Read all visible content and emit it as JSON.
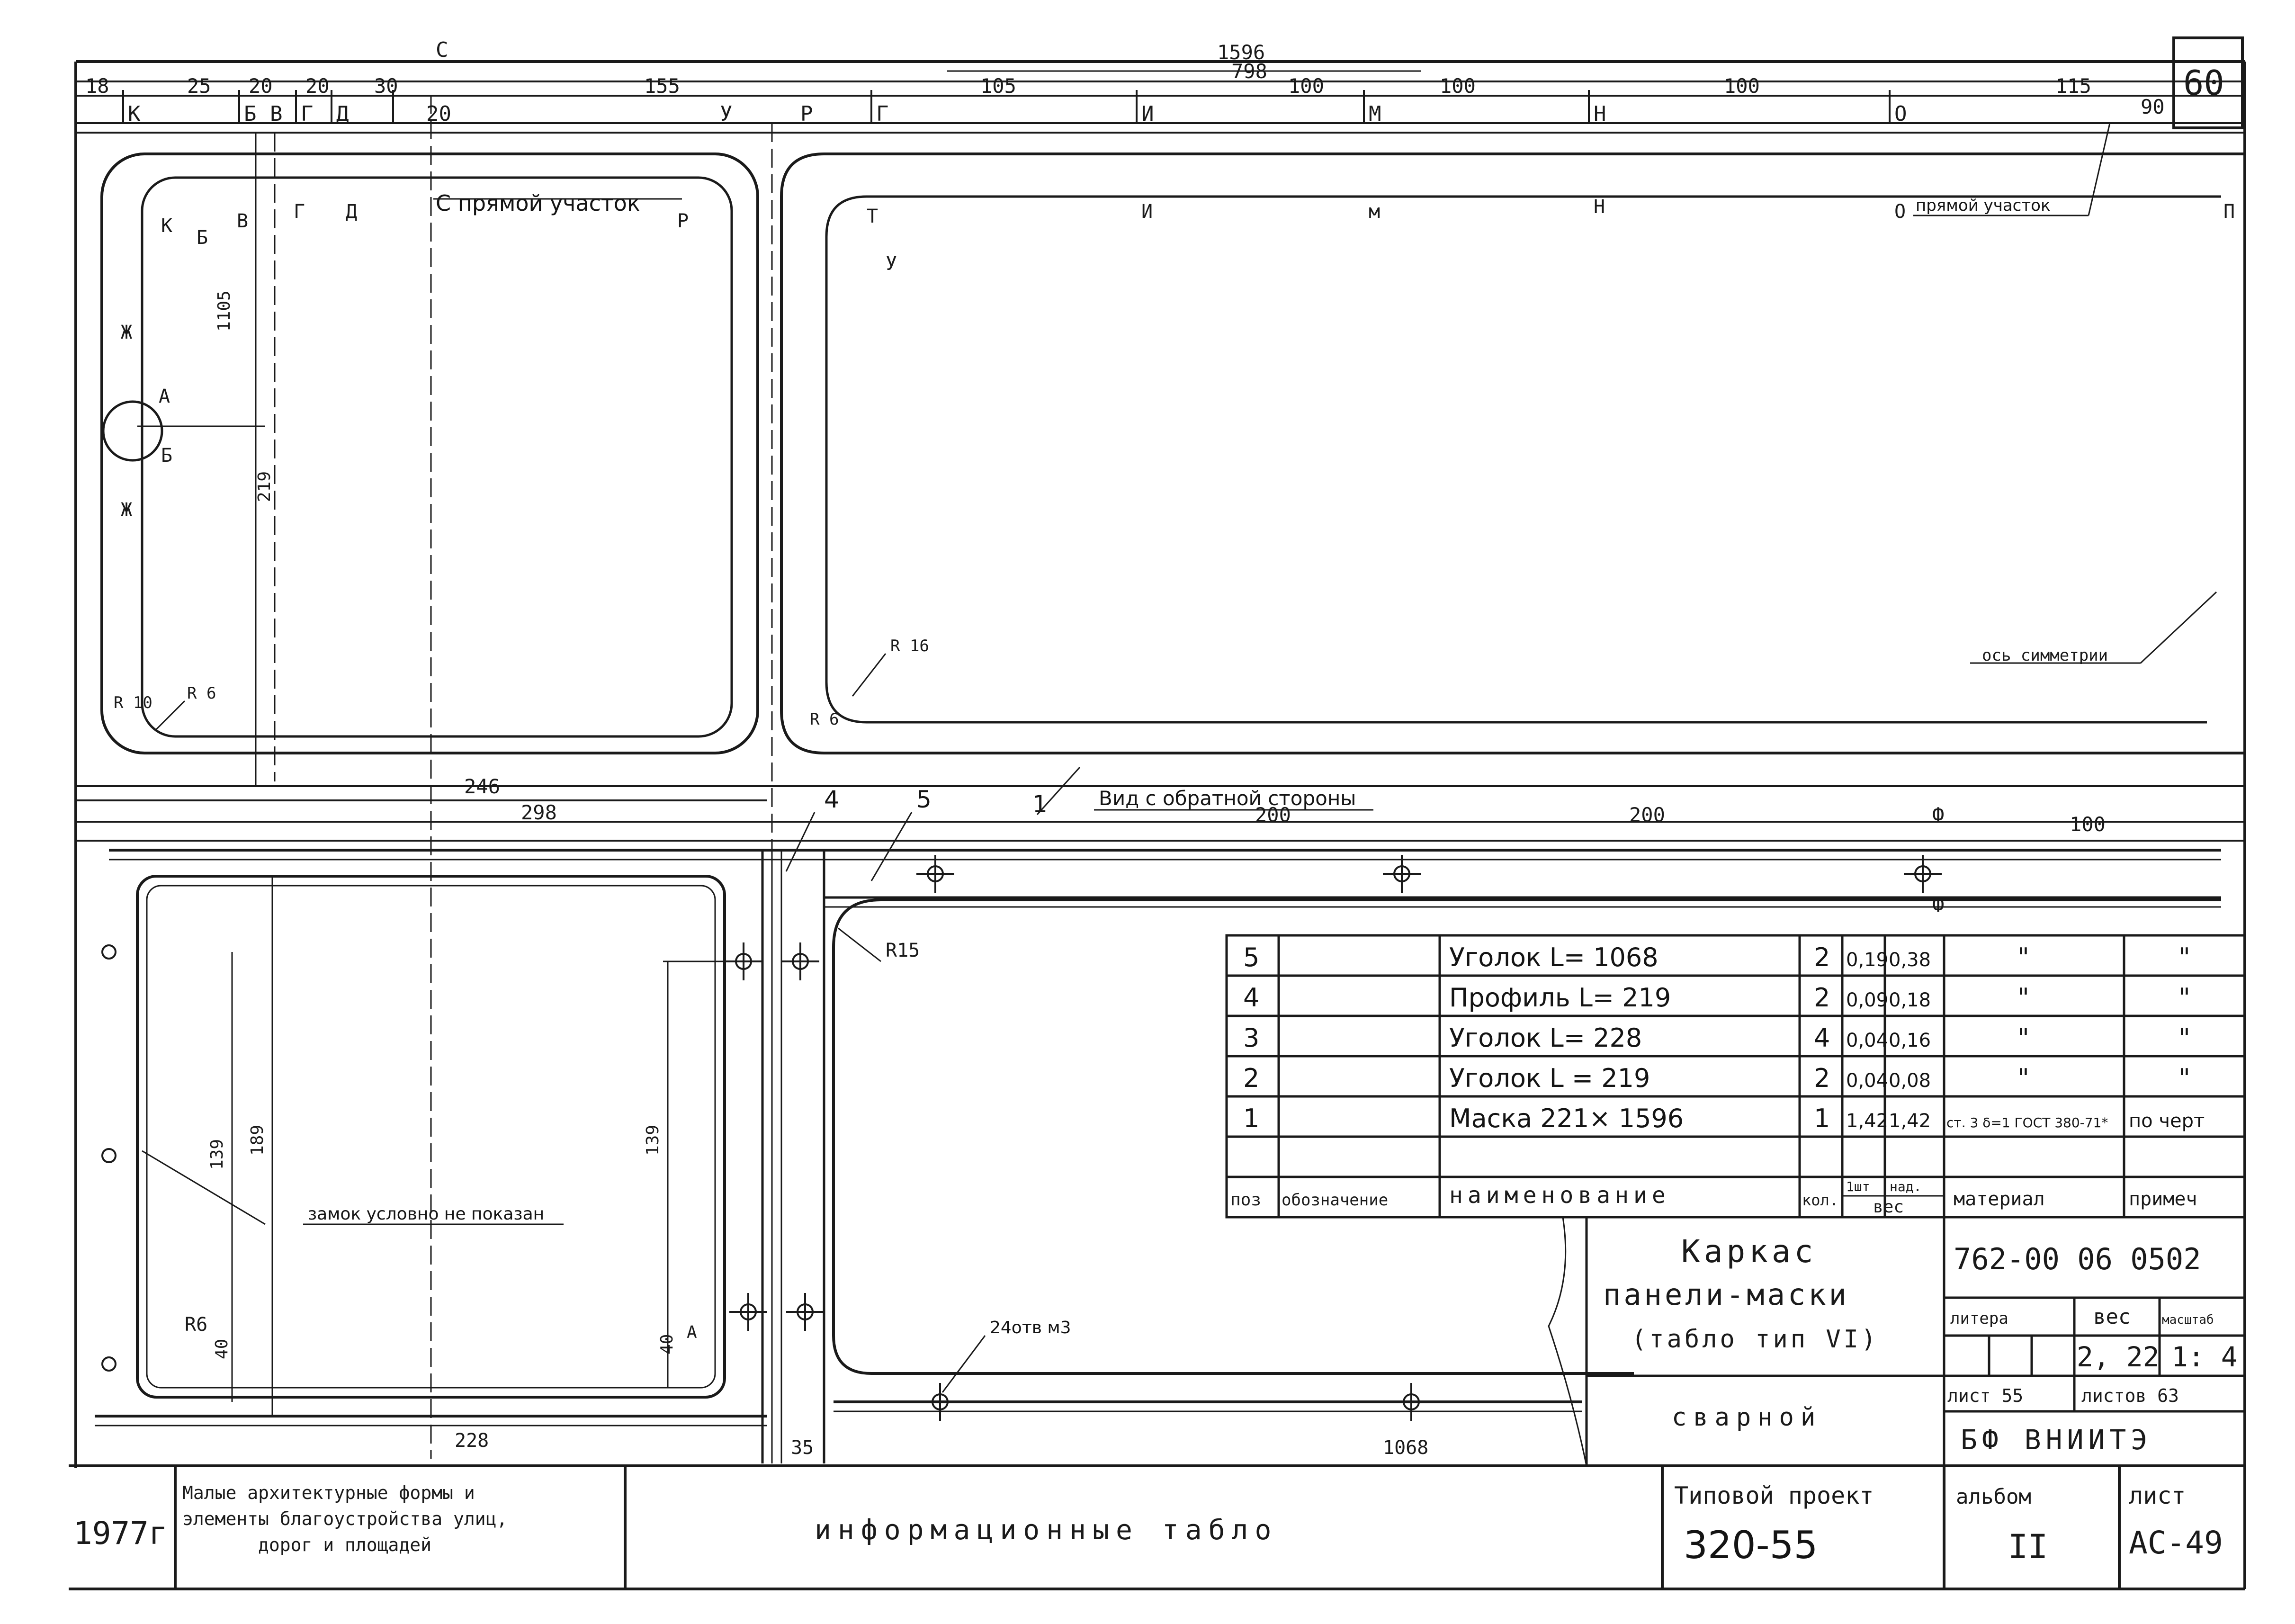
{
  "sheet_number": "60",
  "top_view": {
    "dims_top": [
      "1596",
      "798",
      "18",
      "25",
      "20",
      "20",
      "30",
      "155",
      "105",
      "100",
      "100",
      "100",
      "115",
      "90"
    ],
    "section_labels_left": [
      "К",
      "Б",
      "В",
      "Г",
      "Д",
      "С",
      "20",
      "У",
      "Р",
      "Г"
    ],
    "section_labels_right": [
      "И",
      "М",
      "Н",
      "О"
    ],
    "straight_label_left": "С прямой участок",
    "straight_label_right": "прямой участок",
    "inner_labels": [
      "К",
      "Б",
      "В",
      "Г",
      "Д",
      "Р",
      "Т",
      "У",
      "И",
      "м",
      "Н",
      "О",
      "П",
      "Ж",
      "А",
      "Б",
      "Ж"
    ],
    "dim_1105": "1105",
    "dim_219": "219",
    "r16": "R 16",
    "r6a": "R 6",
    "r6b": "R 6",
    "r10": "R 10",
    "axis_label": "ось симметрии"
  },
  "back_view": {
    "dim_246": "246",
    "dim_298": "298",
    "dim_200a": "200",
    "dim_200b": "200",
    "dim_100": "100",
    "phi_top": "Ф",
    "phi_bot": "Ф",
    "callouts": [
      "4",
      "5",
      "1"
    ],
    "view_label": "Вид с обратной стороны",
    "r15": "R15",
    "dim_139a": "139",
    "dim_189": "189",
    "dim_139b": "139",
    "dim_40a": "40",
    "dim_40b": "40",
    "dim_228": "228",
    "dim_1068": "1068",
    "dim_35": "35",
    "dim_A": "А",
    "r6": "R6",
    "lock_note": "замок условно не показан",
    "weld_note": "24отв м3"
  },
  "bom": {
    "rows": [
      {
        "pos": "5",
        "designation": "",
        "name": "Уголок  L= 1068",
        "qty": "2",
        "unit": "0,19",
        "total": "0,38",
        "material": "\"",
        "note": "\""
      },
      {
        "pos": "4",
        "designation": "",
        "name": "Профиль  L= 219",
        "qty": "2",
        "unit": "0,09",
        "total": "0,18",
        "material": "\"",
        "note": "\""
      },
      {
        "pos": "3",
        "designation": "",
        "name": "Уголок  L= 228",
        "qty": "4",
        "unit": "0,04",
        "total": "0,16",
        "material": "\"",
        "note": "\""
      },
      {
        "pos": "2",
        "designation": "",
        "name": "Уголок  L = 219",
        "qty": "2",
        "unit": "0,04",
        "total": "0,08",
        "material": "\"",
        "note": "\""
      },
      {
        "pos": "1",
        "designation": "",
        "name": "Маска 221× 1596",
        "qty": "1",
        "unit": "1,42",
        "total": "1,42",
        "material": "ст. 3 δ=1 ГОСТ 380-71*",
        "note": "по черт"
      }
    ],
    "header": {
      "pos": "поз",
      "designation": "обозначение",
      "name": "наименование",
      "qty": "кол.",
      "unit": "1шт",
      "total": "над.",
      "weight": "вес",
      "material": "материал",
      "note": "примеч"
    }
  },
  "title_block": {
    "title_lines": [
      "Каркас",
      "панели-маски",
      "(табло тип VI)"
    ],
    "subtitle": "сварной",
    "doc_number": "762-00 06 0502",
    "litera_label": "литера",
    "weight_label": "вес",
    "scale_label": "масштаб",
    "weight_value": "2, 22",
    "scale_value": "1: 4",
    "sheet_label": "лист 55",
    "sheets_total": "листов 63",
    "org": "БФ ВНИИТЭ"
  },
  "bottom_strip": {
    "year": "1977г",
    "album_desc_lines": [
      "Малые архитектурные формы и",
      "элементы благоустройства улиц,",
      "дорог и площадей"
    ],
    "album_title": "информационные табло",
    "project_label": "Типовой проект",
    "project_number": "320-55",
    "album_label": "альбом",
    "album_value": "II",
    "sheet_label": "лист",
    "sheet_value": "АС-49"
  }
}
